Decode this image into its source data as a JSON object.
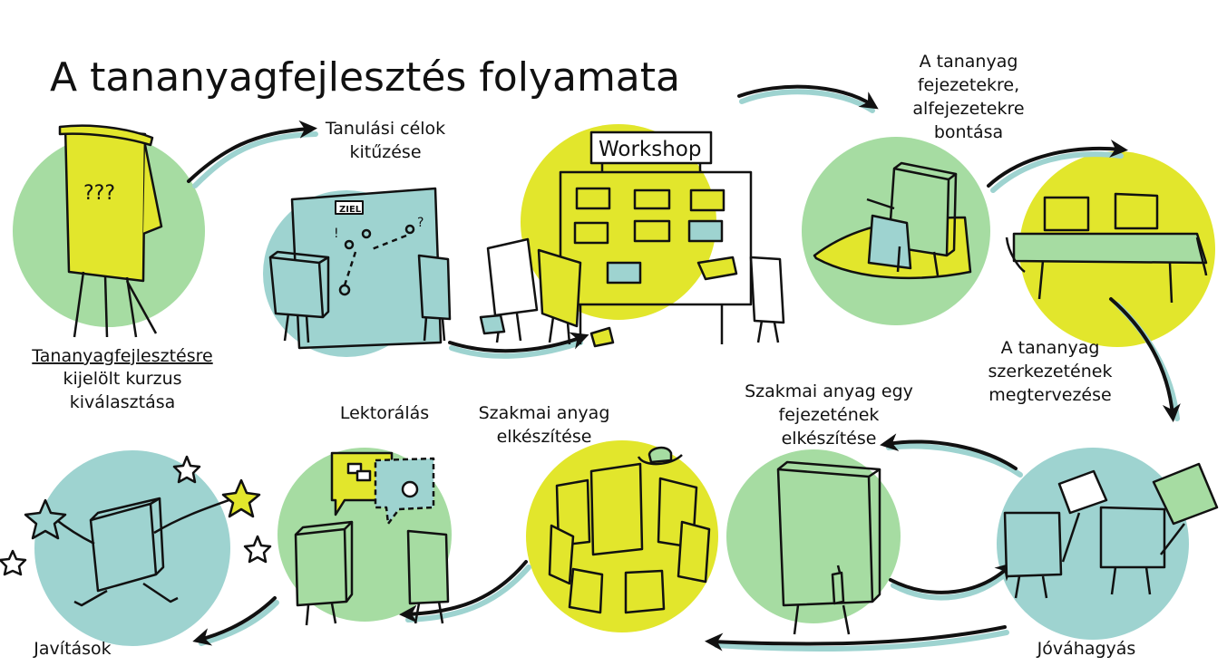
{
  "title": "A tananyagfejlesztés folyamata",
  "steps": [
    {
      "id": "kivalasztas",
      "lines": [
        "Tananyagfejlesztésre",
        "kijelölt kurzus",
        "kiválasztása"
      ],
      "circle_color": "#a6dca2"
    },
    {
      "id": "celok",
      "lines": [
        "Tanulási célok",
        "kitűzése"
      ],
      "circle_color": "#9ed3d0"
    },
    {
      "id": "workshop",
      "lines": [],
      "circle_color": "#e2e62c"
    },
    {
      "id": "bontas",
      "lines": [
        "A tananyag",
        "fejezetekre,",
        "alfejezetekre",
        "bontása"
      ],
      "circle_color": "#a6dca2"
    },
    {
      "id": "szerkezet",
      "lines": [
        "A tananyag",
        "szerkezetének",
        "megtervezése"
      ],
      "circle_color": "#e2e62c"
    },
    {
      "id": "jovahagyas",
      "lines": [
        "Jóváhagyás"
      ],
      "circle_color": "#9ed3d0"
    },
    {
      "id": "fejezet",
      "lines": [
        "Szakmai anyag egy",
        "fejezetének",
        "elkészítése"
      ],
      "circle_color": "#a6dca2"
    },
    {
      "id": "szakmai",
      "lines": [
        "Szakmai anyag",
        "elkészítése"
      ],
      "circle_color": "#e2e62c"
    },
    {
      "id": "lektoralas",
      "lines": [
        "Lektorálás"
      ],
      "circle_color": "#a6dca2"
    },
    {
      "id": "javitasok",
      "lines": [
        "Javítások"
      ],
      "circle_color": "#9ed3d0"
    }
  ],
  "drawing_text": {
    "workshop_banner": "Workshop",
    "ziel_sign": "ZIEL",
    "question_marks": "???"
  },
  "colors": {
    "green": "#a6dca2",
    "teal": "#9ed3d0",
    "yellow": "#e2e62c",
    "arrow_shadow": "#9ed3d0",
    "ink": "#111111"
  }
}
